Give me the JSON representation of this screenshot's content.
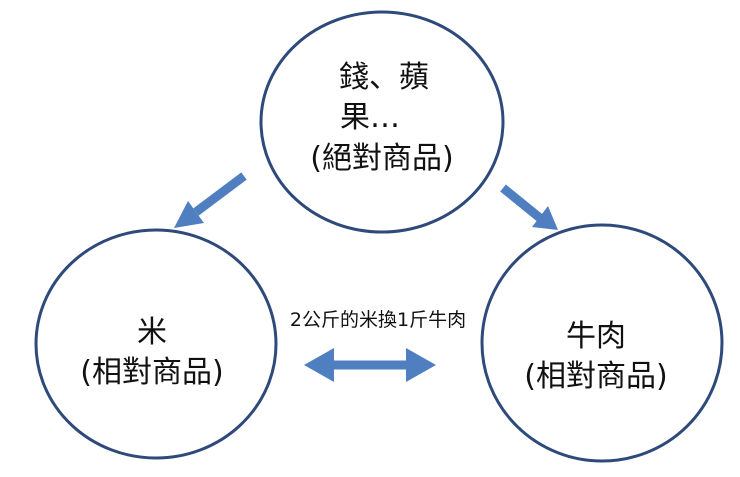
{
  "colors": {
    "circle_stroke": "#2e4a7a",
    "arrow": "#4f7fc0",
    "text": "#111111",
    "background": "#ffffff"
  },
  "nodes": {
    "top": {
      "line1": "錢、蘋",
      "line2": "果…",
      "line3": "(絕對商品)"
    },
    "left": {
      "line1": "米",
      "line2": "(相對商品)"
    },
    "right": {
      "line1": "牛肉",
      "line2": "(相對商品)"
    }
  },
  "exchange": {
    "label": "2公斤的米換1斤牛肉"
  }
}
